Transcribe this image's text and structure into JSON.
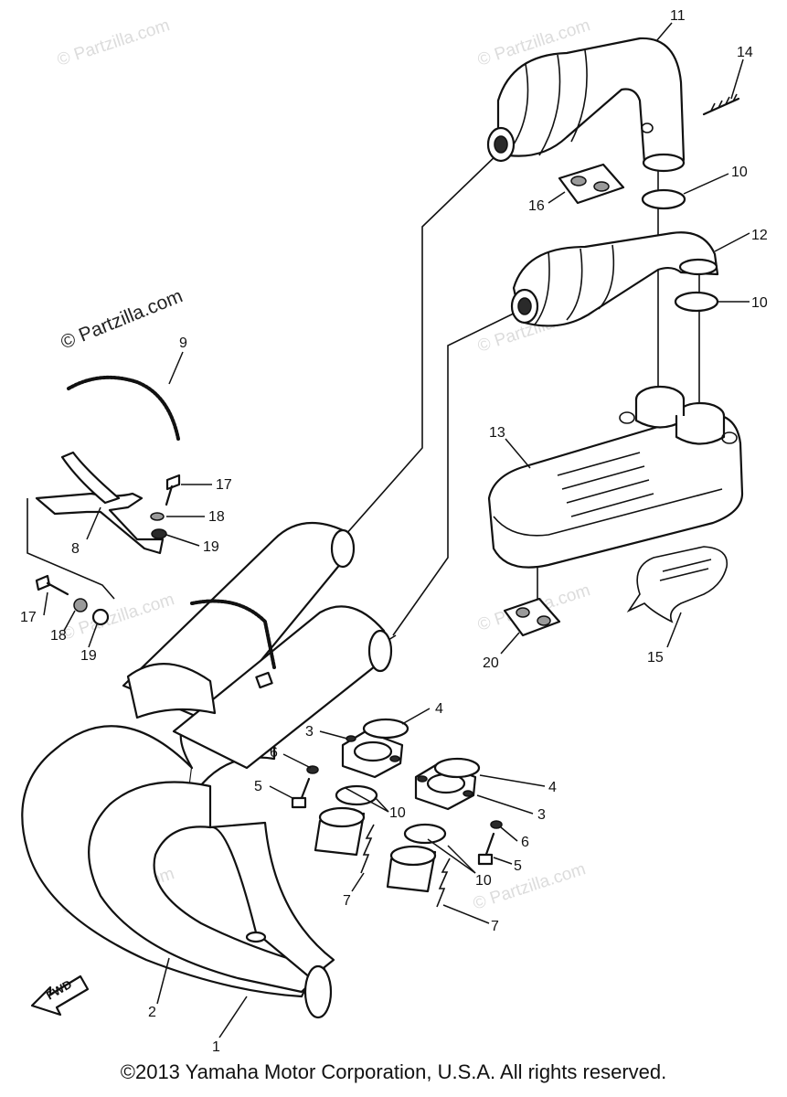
{
  "diagram": {
    "watermark_text": "© Partzilla.com",
    "fwd_label": "FWD",
    "callouts": {
      "c1": "1",
      "c2": "2",
      "c3a": "3",
      "c3b": "3",
      "c4a": "4",
      "c4b": "4",
      "c5a": "5",
      "c5b": "5",
      "c6a": "6",
      "c6b": "6",
      "c7a": "7",
      "c7b": "7",
      "c8": "8",
      "c9": "9",
      "c10a": "10",
      "c10b": "10",
      "c10c": "10",
      "c10d": "10",
      "c11": "11",
      "c12": "12",
      "c13": "13",
      "c14": "14",
      "c15": "15",
      "c16": "16",
      "c17a": "17",
      "c17b": "17",
      "c18a": "18",
      "c18b": "18",
      "c19a": "19",
      "c19b": "19",
      "c20": "20"
    }
  },
  "footer": {
    "copyright": "©2013 Yamaha Motor Corporation, U.S.A. All rights reserved."
  }
}
